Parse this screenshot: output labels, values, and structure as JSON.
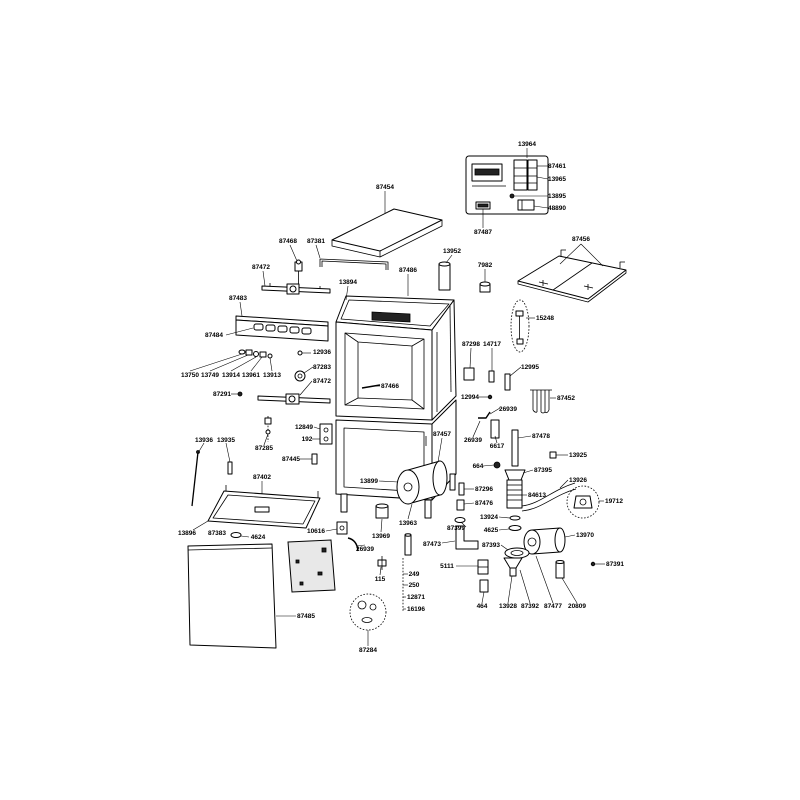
{
  "part_labels": [
    "13964",
    "87461",
    "13965",
    "13895",
    "48890",
    "87487",
    "87454",
    "87456",
    "87468",
    "87381",
    "87472",
    "13952",
    "7982",
    "87486",
    "13894",
    "87483",
    "15248",
    "87484",
    "87298",
    "14717",
    "12936",
    "13750",
    "13749",
    "13914",
    "13961",
    "13913",
    "87283",
    "12995",
    "87472",
    "87466",
    "87291",
    "12994",
    "26939",
    "87452",
    "12849",
    "192",
    "87457",
    "26939",
    "6617",
    "87478",
    "13936",
    "13935",
    "87285",
    "87445",
    "13925",
    "664",
    "87395",
    "87402",
    "13899",
    "13926",
    "87296",
    "84613",
    "19712",
    "87476",
    "13924",
    "13896",
    "10616",
    "13963",
    "4625",
    "13970",
    "87383",
    "4624",
    "13969",
    "87399",
    "26939",
    "87473",
    "87393",
    "5111",
    "87391",
    "249",
    "115",
    "250",
    "12871",
    "464",
    "13928",
    "87392",
    "87477",
    "20809",
    "16196",
    "87485",
    "87284"
  ]
}
